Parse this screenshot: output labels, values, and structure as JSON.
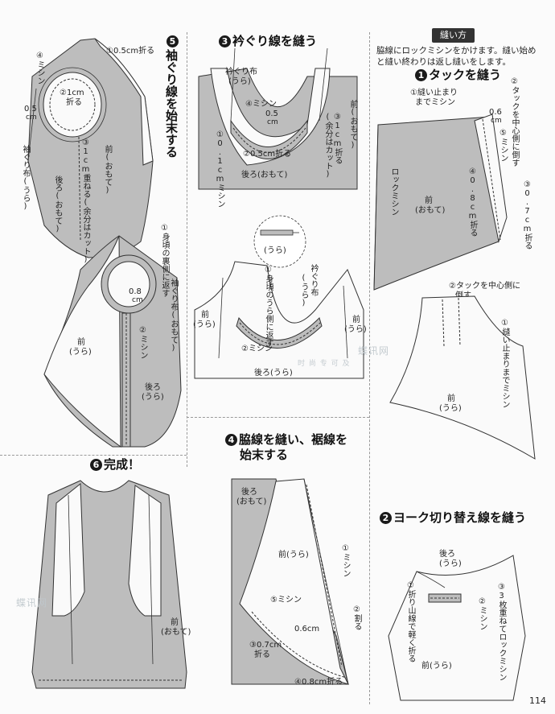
{
  "page_number": "114",
  "watermark": {
    "logo": "蝶讯网",
    "sub": "时 尚 专 可 及"
  },
  "sewing_note": {
    "badge": "縫い方",
    "line1": "脇線にロックミシンをかけます。縫い始め",
    "line2": "と縫い終わりは返し縫いをします。"
  },
  "step1": {
    "num": "1",
    "title": "タックを縫う",
    "labels": {
      "stop": "①縫い止まり",
      "stop2": "までミシン",
      "tuck_center": "②タックを中心側に倒す",
      "sewing": "⑤ミシン",
      "d06": "0.6",
      "d06u": "cm",
      "fold08": "④0.8cm折る",
      "fold07": "③0.7cm折る",
      "lock": "ロックミシン",
      "front": "前",
      "front_sub": "(おもて)",
      "tuck2": "②タックを中心側に",
      "tuck2b": "倒す",
      "stop3": "①縫い止まりまでミシン",
      "front_u": "前",
      "front_u_sub": "(うら)"
    }
  },
  "step2": {
    "num": "2",
    "title": "ヨーク切り替え線を縫う",
    "labels": {
      "back": "後ろ",
      "back_sub": "(うら)",
      "fold_light": "①折り山線で軽く折る",
      "sewing": "②ミシン",
      "lock3": "③3枚重ねてロックミシン",
      "front": "前(うら)"
    }
  },
  "step3": {
    "num": "3",
    "title": "衿ぐり線を縫う",
    "labels": {
      "binding": "衿ぐり布",
      "binding_sub": "(うら)",
      "sewing4": "④ミシン",
      "d05": "0.5",
      "d05u": "cm",
      "fold1": "③1cm折る",
      "fold1b": "(余分はカット)",
      "front_o": "前(おもて)",
      "m01": "①0.1cmミシン",
      "fold05": "②0.5cm折る",
      "back_o": "後ろ(おもて)",
      "ura": "(うら)",
      "binding2": "衿ぐり布",
      "binding2_sub": "(うら)",
      "turn": "①身頃のうら側に返す",
      "front_l": "前",
      "front_l_sub": "(うら)",
      "front_r": "前",
      "front_r_sub": "(うら)",
      "sewing2": "②ミシン",
      "back_u": "後ろ(うら)"
    }
  },
  "step4": {
    "num": "4",
    "title": "脇線を縫い、裾線を",
    "title2": "始末する",
    "labels": {
      "back": "後ろ",
      "back_sub": "(おもて)",
      "front": "前(うら)",
      "m1": "①ミシン",
      "m5": "⑤ミシン",
      "split": "②割る",
      "d06": "0.6cm",
      "fold07": "③0.7cm",
      "fold07b": "折る",
      "fold08": "④0.8cm折る"
    }
  },
  "step5": {
    "num": "5",
    "title": "袖ぐり線を始末する",
    "labels": {
      "fold05": "①0.5cm折る",
      "sewing4": "④ミシン",
      "fold1": "②1cm",
      "fold1b": "折る",
      "d05": "0.5",
      "d05u": "cm",
      "overlap": "③1cm重ねる(余分はカット)",
      "sleeve_binding": "袖ぐり布(うら)",
      "front_o": "前(おもて)",
      "back_o": "後ろ(おもて)",
      "turn": "①身頃の裏側に返す",
      "d08": "0.8",
      "d08u": "cm",
      "sleeve_binding2": "袖ぐり布(おもて)",
      "sewing2": "②ミシン",
      "front_u": "前",
      "front_u_sub": "(うら)",
      "back_u": "後ろ",
      "back_u_sub": "(うら)"
    }
  },
  "step6": {
    "num": "6",
    "title": "完成！",
    "labels": {
      "front": "前",
      "front_sub": "(おもて)"
    }
  }
}
